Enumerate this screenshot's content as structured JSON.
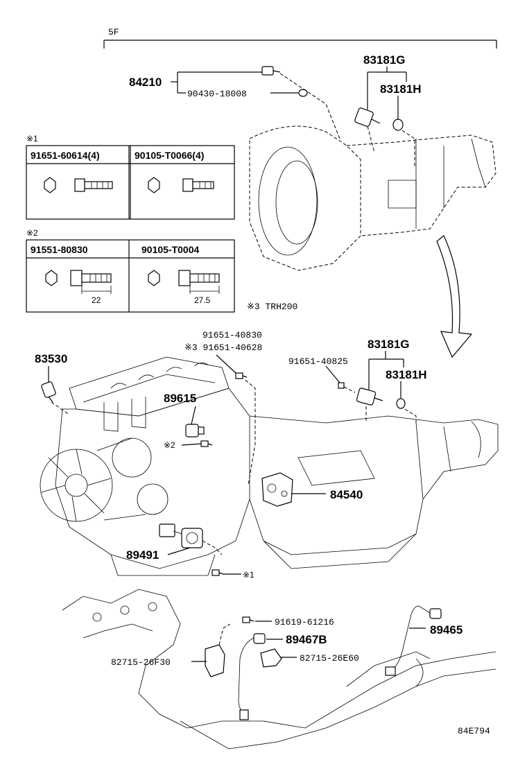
{
  "header": {
    "section": "5F"
  },
  "footer": {
    "code": "84E794"
  },
  "notes": {
    "note1": "※1",
    "note2": "※2",
    "note3": "※3 TRH200"
  },
  "table1": {
    "col1": "91651-60614(4)",
    "col2": "90105-T0066(4)"
  },
  "table2": {
    "col1": "91551-80830",
    "col2": "90105-T0004",
    "dim1": "22",
    "dim2": "27.5"
  },
  "parts": {
    "p84210": "84210",
    "p90430": "90430-18008",
    "p83181g_top": "83181G",
    "p83181h_top": "83181H",
    "p83530": "83530",
    "p91651_40830": "91651-40830",
    "p91651_40628": "※3 91651-40628",
    "p83181g_mid": "83181G",
    "p91651_40825": "91651-40825",
    "p83181h_mid": "83181H",
    "p89615": "89615",
    "p_note2_mark": "※2",
    "p84540": "84540",
    "p89491": "89491",
    "p_note1_mark": "※1",
    "p91619": "91619-61216",
    "p89465": "89465",
    "p89467b": "89467B",
    "p82715_26e60": "82715-26E60",
    "p82715_26f30": "82715-26F30"
  }
}
